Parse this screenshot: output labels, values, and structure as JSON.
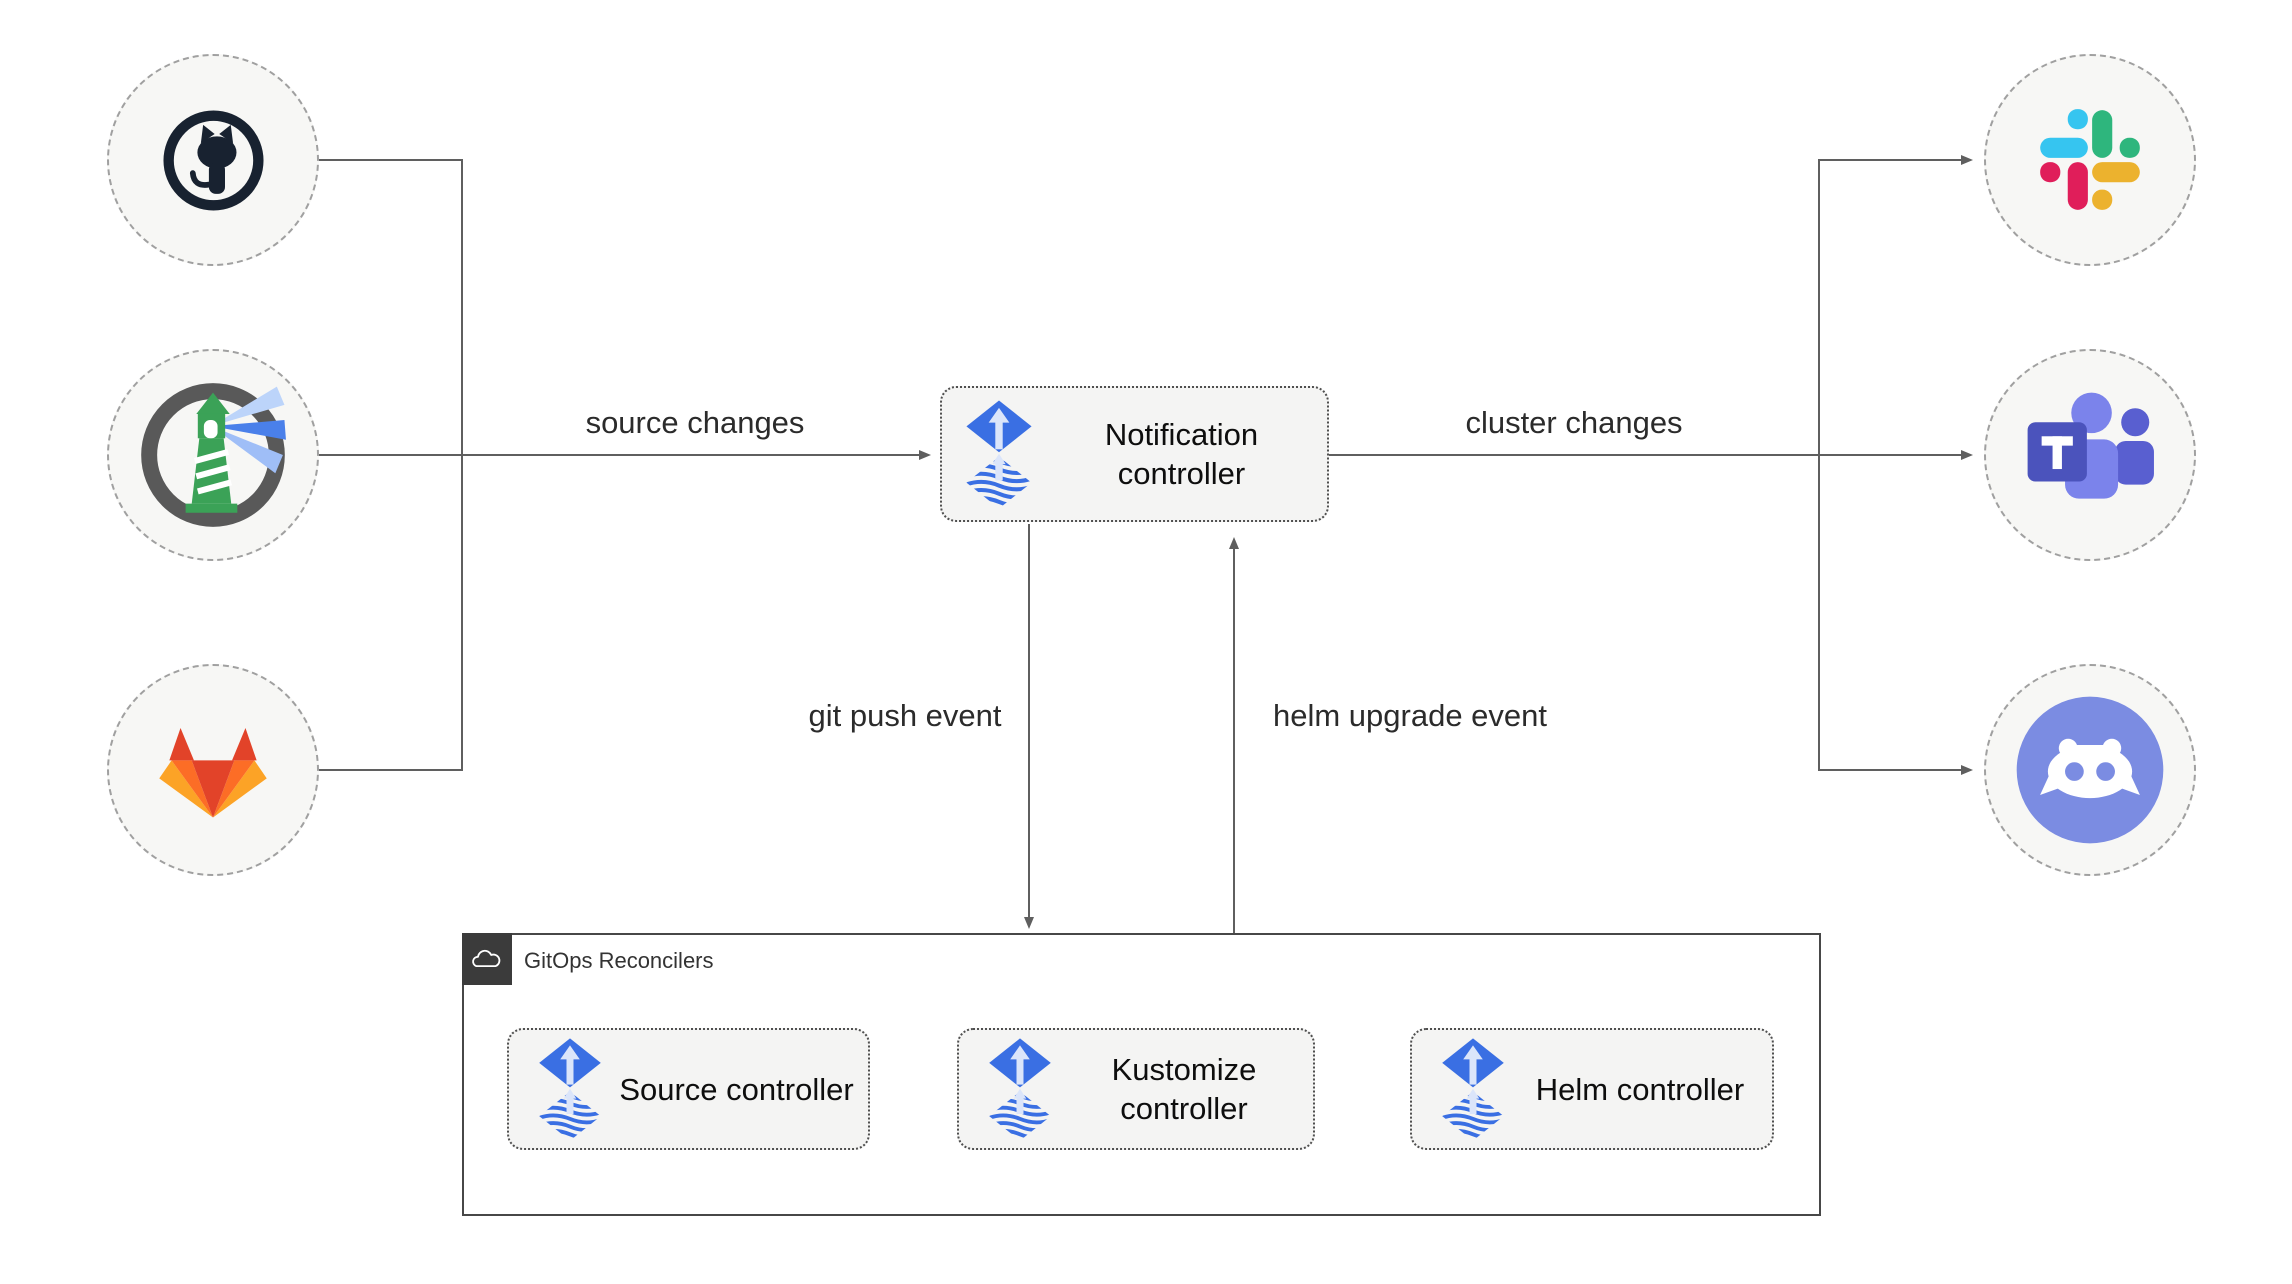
{
  "diagram": {
    "sources": [
      {
        "icon": "github-icon"
      },
      {
        "icon": "harbor-icon"
      },
      {
        "icon": "gitlab-icon"
      }
    ],
    "targets": [
      {
        "icon": "slack-icon"
      },
      {
        "icon": "microsoft-teams-icon"
      },
      {
        "icon": "discord-icon"
      }
    ],
    "nodes": {
      "notification": {
        "label": "Notification controller",
        "icon": "flux-icon"
      }
    },
    "edges": {
      "source_changes": {
        "label": "source changes"
      },
      "cluster_changes": {
        "label": "cluster changes"
      },
      "git_push": {
        "label": "git push event"
      },
      "helm_upgrade": {
        "label": "helm upgrade event"
      }
    },
    "reconcilers": {
      "title": "GitOps Reconcilers",
      "badge_icon": "cloud-icon",
      "items": [
        {
          "label": "Source controller",
          "icon": "flux-icon"
        },
        {
          "label": "Kustomize controller",
          "icon": "flux-icon"
        },
        {
          "label": "Helm controller",
          "icon": "flux-icon"
        }
      ]
    },
    "colors": {
      "flux_blue": "#3a6fe3",
      "flux_arrow_light": "#dbe5fa",
      "wire": "#5f5f5f",
      "node_bg": "#f4f4f3",
      "bubble_bg": "#f7f7f5",
      "group_border": "#474747",
      "group_badge": "#3b3b3b",
      "github_dark": "#182230",
      "harbor_green": "#3ba257",
      "harbor_ring": "#595959",
      "gitlab_red": "#e24329",
      "gitlab_orange": "#fc6d26",
      "gitlab_amber": "#fca326",
      "slack_blue": "#36C5F0",
      "slack_green": "#2EB67D",
      "slack_red": "#E01E5A",
      "slack_yellow": "#ECB22E",
      "teams_purple": "#4b53bc",
      "discord_blurple": "#7b8ce2"
    }
  }
}
